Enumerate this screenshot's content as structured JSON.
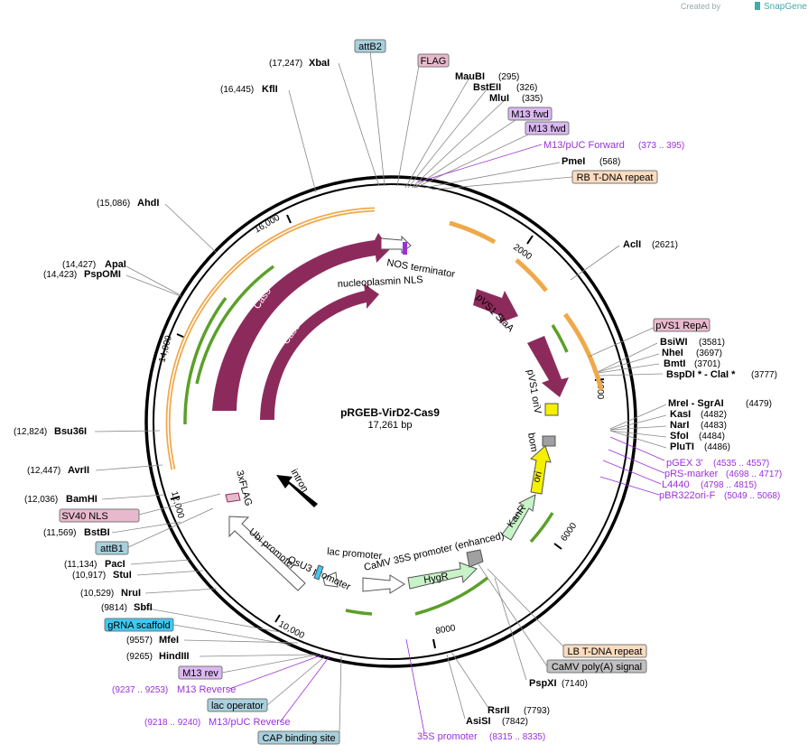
{
  "plasmid": {
    "name": "pRGEB-VirD2-Cas9",
    "length": "17,261 bp"
  },
  "credit": {
    "created_by": "Created by",
    "brand": "SnapGene"
  },
  "ticks": [
    "2000",
    "4000",
    "6000",
    "8000",
    "10,000",
    "12,000",
    "14,000",
    "16,000"
  ],
  "tag_labels": [
    {
      "id": "attb2",
      "text": "attB2",
      "color": "#a8d0dc"
    },
    {
      "id": "flag",
      "text": "FLAG",
      "color": "#e8b9cc"
    },
    {
      "id": "m13fwd1",
      "text": "M13 fwd",
      "color": "#dbb8f2"
    },
    {
      "id": "m13fwd2",
      "text": "M13 fwd",
      "color": "#dbb8f2"
    },
    {
      "id": "rbtdna",
      "text": "RB T-DNA repeat",
      "color": "#fbdcc0"
    },
    {
      "id": "pvs1repa",
      "text": "pVS1 RepA",
      "color": "#e8b9cc"
    },
    {
      "id": "sv40nls",
      "text": "SV40 NLS",
      "color": "#e8b9cc"
    },
    {
      "id": "attb1",
      "text": "attB1",
      "color": "#a8d0dc"
    },
    {
      "id": "grna",
      "text": "gRNA scaffold",
      "color": "#3fc8f0"
    },
    {
      "id": "m13rev",
      "text": "M13 rev",
      "color": "#dbb8f2"
    },
    {
      "id": "lacop",
      "text": "lac operator",
      "color": "#a8d0dc"
    },
    {
      "id": "cap",
      "text": "CAP binding site",
      "color": "#a8d0dc"
    },
    {
      "id": "lbtdna",
      "text": "LB T-DNA repeat",
      "color": "#fbdcc0"
    },
    {
      "id": "camvpa",
      "text": "CaMV poly(A) signal",
      "color": "#c0c0c0"
    }
  ],
  "enzymes": [
    {
      "name": "XbaI",
      "pos": "(17,247)"
    },
    {
      "name": "KflI",
      "pos": "(16,445)"
    },
    {
      "name": "MauBI",
      "pos": "(295)"
    },
    {
      "name": "BstEII",
      "pos": "(326)"
    },
    {
      "name": "MluI",
      "pos": "(335)"
    },
    {
      "name": "PmeI",
      "pos": "(568)"
    },
    {
      "name": "AclI",
      "pos": "(2621)"
    },
    {
      "name": "BsiWI",
      "pos": "(3581)"
    },
    {
      "name": "NheI",
      "pos": "(3697)"
    },
    {
      "name": "BmtI",
      "pos": "(3701)"
    },
    {
      "name": "BspDI * - ClaI *",
      "pos": "(3777)"
    },
    {
      "name": "MreI - SgrAI",
      "pos": "(4479)"
    },
    {
      "name": "KasI",
      "pos": "(4482)"
    },
    {
      "name": "NarI",
      "pos": "(4483)"
    },
    {
      "name": "SfoI",
      "pos": "(4484)"
    },
    {
      "name": "PluTI",
      "pos": "(4486)"
    },
    {
      "name": "AhdI",
      "pos": "(15,086)"
    },
    {
      "name": "ApaI",
      "pos": "(14,427)"
    },
    {
      "name": "PspOMI",
      "pos": "(14,423)"
    },
    {
      "name": "Bsu36I",
      "pos": "(12,824)"
    },
    {
      "name": "AvrII",
      "pos": "(12,447)"
    },
    {
      "name": "BamHI",
      "pos": "(12,036)"
    },
    {
      "name": "BstBI",
      "pos": "(11,569)"
    },
    {
      "name": "PacI",
      "pos": "(11,134)"
    },
    {
      "name": "StuI",
      "pos": "(10,917)"
    },
    {
      "name": "NruI",
      "pos": "(10,529)"
    },
    {
      "name": "SbfI",
      "pos": "(9814)"
    },
    {
      "name": "MfeI",
      "pos": "(9557)"
    },
    {
      "name": "HindIII",
      "pos": "(9265)"
    },
    {
      "name": "PspXI",
      "pos": "(7140)"
    },
    {
      "name": "RsrII",
      "pos": "(7793)"
    },
    {
      "name": "AsiSI",
      "pos": "(7842)"
    }
  ],
  "primers": [
    {
      "name": "M13/pUC Forward",
      "pos": "(373 .. 395)"
    },
    {
      "name": "pGEX 3'",
      "pos": "(4535 .. 4557)"
    },
    {
      "name": "pRS-marker",
      "pos": "(4698 .. 4717)"
    },
    {
      "name": "L4440",
      "pos": "(4798 .. 4815)"
    },
    {
      "name": "pBR322ori-F",
      "pos": "(5049 .. 5068)"
    },
    {
      "name": "M13 Reverse",
      "pos": "(9237 .. 9253)"
    },
    {
      "name": "M13/pUC Reverse",
      "pos": "(9218 .. 9240)"
    },
    {
      "name": "35S promoter",
      "pos": "(8315 .. 8335)"
    }
  ],
  "features": {
    "nos_terminator": "NOS terminator",
    "nucleoplasmin_nls": "nucleoplasmin NLS",
    "pvs1_stab": "pVS1 StaA",
    "pvs1_oriv": "pVS1 oriV",
    "bom": "bom",
    "ori": "ori",
    "kanr": "KanR",
    "camv35s": "CaMV 35S promoter (enhanced)",
    "hygr": "HygR",
    "lac_promoter": "lac promoter",
    "osu3": "OsU3 promoter",
    "ubi": "Ubi promoter",
    "intron": "intron",
    "flag3x": "3xFLAG",
    "cas9_outer": "Cas9",
    "cas9_inner": "Cas9"
  },
  "colors": {
    "cas9": "#8c2b5b",
    "orange_feature": "#f0a84a",
    "green_feature": "#5aa028",
    "ori": "#f4f000",
    "kanr": "#c8f2c8",
    "primer": "#9b30d9"
  }
}
